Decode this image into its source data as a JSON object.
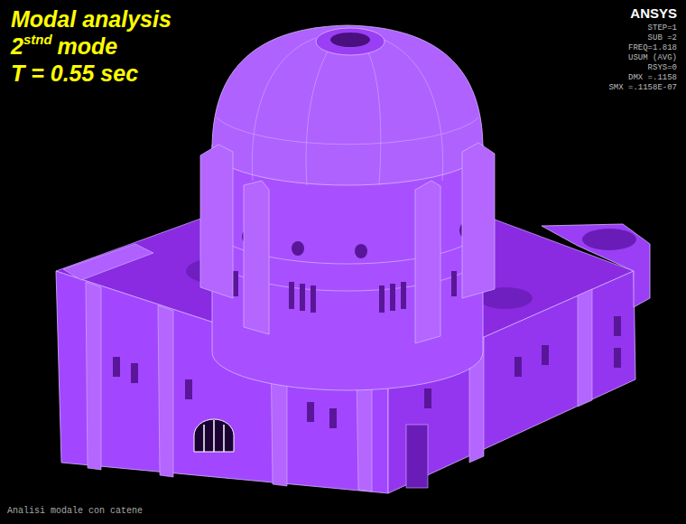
{
  "diagram": {
    "labels": [
      "Modal analysis",
      "2",
      "stnd",
      "mode",
      "T = 0.55 sec",
      "ANSYS",
      "STEP=1",
      "SUB =2",
      "FREQ=1.818",
      "USUM (AVG)",
      "RSYS=0",
      "DMX =.1158",
      "SMX =.1158E-07",
      "Analisi modale con catene"
    ]
  }
}
